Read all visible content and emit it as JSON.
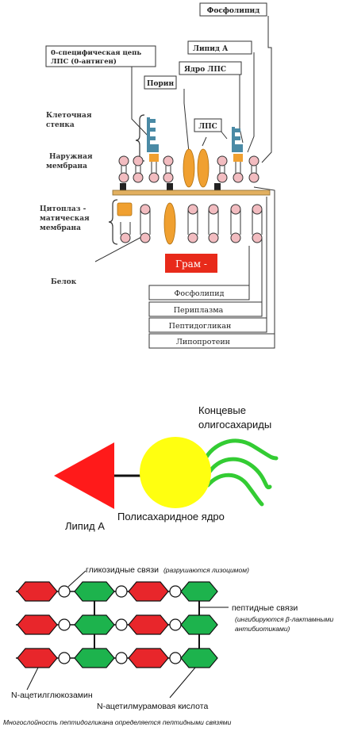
{
  "colors": {
    "phospholipid_head": "#f2bcc0",
    "protein": "#f0a030",
    "lps_chain": "#4a8aa5",
    "peptidoglycan": "#e2b060",
    "gram_label_bg": "#e82a1a",
    "lipid_a": "#ff1a1a",
    "polysaccharide_core": "#ffff10",
    "oligosaccharides": "#33cc33",
    "nag": "#e8262b",
    "nam": "#1db34d"
  },
  "membrane": {
    "phospholipid_top": "Фосфолипид",
    "lipid_a": "Липид А",
    "lps_core": "Ядро ЛПС",
    "o_chain_line1": "0-специфическая цепь",
    "o_chain_line2": "ЛПС (0-антиген)",
    "porin": "Порин",
    "lps": "ЛПС",
    "cell_wall_line1": "Клеточная",
    "cell_wall_line2": "стенка",
    "outer_membrane_line1": "Наружная",
    "outer_membrane_line2": "мембрана",
    "cytoplasmic_line1": "Цитоплаз -",
    "cytoplasmic_line2": "матическая",
    "cytoplasmic_line3": "мембрана",
    "protein": "Белок",
    "gram": "Грам -",
    "phospholipid_bottom": "Фосфолипид",
    "periplasm": "Периплазма",
    "peptidoglycan": "Пептидогликан",
    "lipoprotein": "Липопротеин"
  },
  "lps_structure": {
    "terminal_line1": "Концевые",
    "terminal_line2": "олигосахариды",
    "lipid_a": "Липид А",
    "core": "Полисахаридное ядро"
  },
  "peptidoglycan": {
    "glycosidic": "гликозидные связи",
    "glycosidic_note": "(разрушаются лизоцимом)",
    "peptide": "пептидные связи",
    "peptide_note_line1": "(ингибируются β-лактамными",
    "peptide_note_line2": "антибиотиками)",
    "nag": "N-ацетилглюкозамин",
    "nam": "N-ацетилмурамовая кислота",
    "caption": "Многослойность пептидогликана определяется пептидными связями"
  }
}
